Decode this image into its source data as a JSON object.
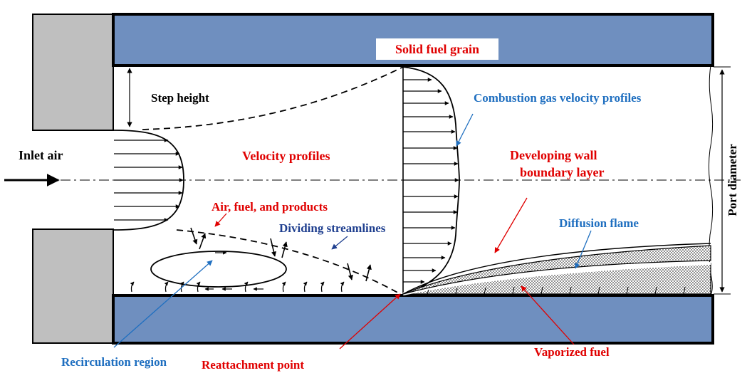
{
  "labels": {
    "solid_fuel_grain": "Solid fuel grain",
    "step_height": "Step height",
    "inlet_air": "Inlet air",
    "velocity_profiles": "Velocity profiles",
    "combustion_gas_velocity_profiles": "Combustion gas velocity profiles",
    "developing_wall_line1": "Developing wall",
    "developing_wall_line2": "boundary layer",
    "port_diameter": "Port diameter",
    "air_fuel_products": "Air, fuel, and products",
    "dividing_streamlines": "Dividing streamlines",
    "diffusion_flame": "Diffusion flame",
    "recirculation_region": "Recirculation region",
    "reattachment_point": "Reattachment point",
    "vaporized_fuel": "Vaporized fuel"
  },
  "colors": {
    "grain_fill": "#6f8fbf",
    "step_fill": "#bfbfbf",
    "red_label": "#e00000",
    "blue_label": "#1f6fc0",
    "navy_label": "#1f3f8f",
    "black": "#000000"
  }
}
